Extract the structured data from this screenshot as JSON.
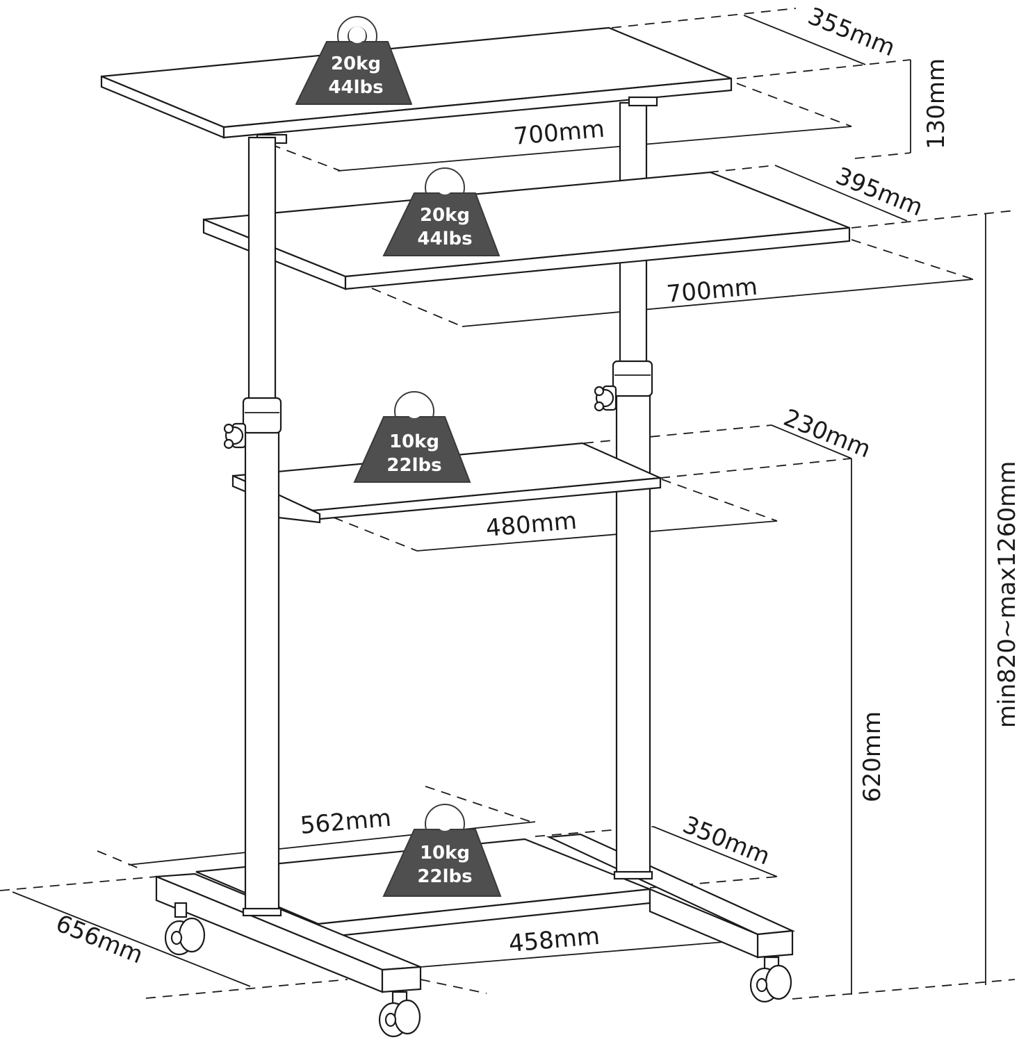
{
  "dimensions": {
    "top_depth": "355mm",
    "top_thickness_gap": "130mm",
    "top_width": "700mm",
    "second_depth": "395mm",
    "second_width": "700mm",
    "keyboard_depth": "230mm",
    "keyboard_width": "480mm",
    "height_range": "min820~max1260mm",
    "keyboard_height": "620mm",
    "base_length": "562mm",
    "base_depth": "350mm",
    "base_width": "656mm",
    "base_inner_width": "458mm"
  },
  "load_badges": [
    {
      "kg": "20kg",
      "lbs": "44lbs"
    },
    {
      "kg": "20kg",
      "lbs": "44lbs"
    },
    {
      "kg": "10kg",
      "lbs": "22lbs"
    },
    {
      "kg": "10kg",
      "lbs": "22lbs"
    }
  ]
}
